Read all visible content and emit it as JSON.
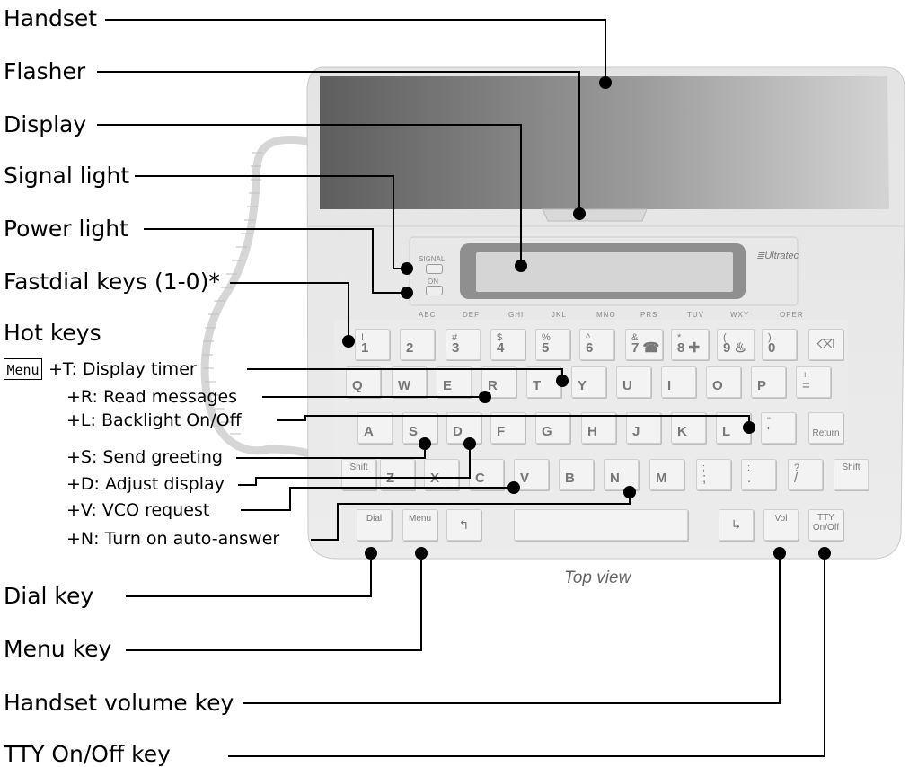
{
  "labels": {
    "handset": "Handset",
    "flasher": "Flasher",
    "display": "Display",
    "signal_light": "Signal light",
    "power_light": "Power light",
    "fastdial_keys": "Fastdial keys (1-0)*",
    "hot_keys": "Hot keys",
    "menu_badge": "Menu",
    "hotkey_t": "+T: Display timer",
    "hotkey_r": "+R: Read messages",
    "hotkey_l": "+L: Backlight On/Off",
    "hotkey_s": "+S: Send greeting",
    "hotkey_d": "+D: Adjust display",
    "hotkey_v": "+V: VCO request",
    "hotkey_n": "+N: Turn on auto-answer",
    "dial_key": "Dial key",
    "menu_key": "Menu key",
    "handset_volume_key": "Handset volume key",
    "tty_key": "TTY On/Off key"
  },
  "device": {
    "brand": "≣Ultratec",
    "signal_label": "SIGNAL",
    "on_label": "ON",
    "caption": "Top view",
    "letter_groups": [
      "ABC",
      "DEF",
      "GHI",
      "JKL",
      "MNO",
      "PRS",
      "TUV",
      "WXY",
      "OPER"
    ],
    "number_row": [
      {
        "top": "!",
        "main": "1"
      },
      {
        "top": "",
        "main": "2"
      },
      {
        "top": "#",
        "main": "3"
      },
      {
        "top": "$",
        "main": "4"
      },
      {
        "top": "%",
        "main": "5"
      },
      {
        "top": "^",
        "main": "6"
      },
      {
        "top": "&",
        "main": "7 ☎"
      },
      {
        "top": "*",
        "main": "8 ✚"
      },
      {
        "top": "(",
        "main": "9 ♨"
      },
      {
        "top": ")",
        "main": "0"
      }
    ],
    "backspace_label": "⌫",
    "qwerty_row": [
      "Q",
      "W",
      "E",
      "R",
      "T",
      "Y",
      "U",
      "I",
      "O",
      "P"
    ],
    "plus_key": {
      "top": "+",
      "main": "="
    },
    "asdf_row": [
      "A",
      "S",
      "D",
      "F",
      "G",
      "H",
      "J",
      "K",
      "L"
    ],
    "quote_key": {
      "top": "\"",
      "main": "'"
    },
    "return_label": "Return",
    "shift_label": "Shift",
    "zxcv_row": [
      "Z",
      "X",
      "C",
      "V",
      "B",
      "N",
      "M"
    ],
    "semicolon_key": {
      "top": ";",
      "main": ";"
    },
    "colon_key": {
      "top": ":",
      "main": "."
    },
    "question_key": {
      "top": "?",
      "main": "/"
    },
    "dial_label": "Dial",
    "menu_label": "Menu",
    "vol_label": "Vol",
    "tty_label": "TTY On/Off"
  }
}
